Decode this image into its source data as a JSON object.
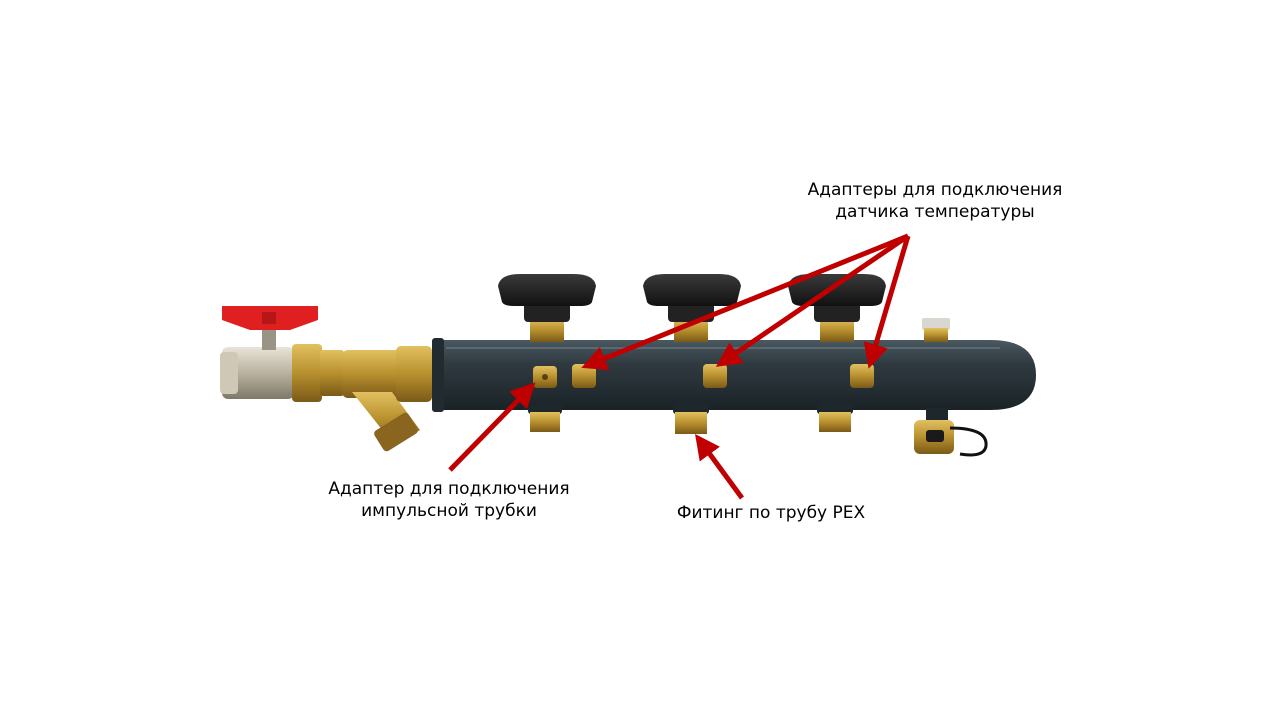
{
  "labels": {
    "sensor_adapters": {
      "line1": "Адаптеры для подключения",
      "line2": "датчика температуры"
    },
    "impulse_adapter": {
      "line1": "Адаптер для подключения",
      "line2": "импульсной трубки"
    },
    "pex_fitting": {
      "line1": "Фитинг по трубу PEX"
    }
  },
  "colors": {
    "arrow": "#c00000",
    "manifold_body": "#2f3a40",
    "brass": "#b8902e",
    "valve_handle": "#e02020",
    "knob": "#1c1c1c",
    "background": "#ffffff"
  },
  "icons": [
    "ball-valve-icon",
    "y-strainer-icon",
    "manifold-icon",
    "regulating-knob-icon",
    "air-vent-icon",
    "drain-valve-icon"
  ]
}
